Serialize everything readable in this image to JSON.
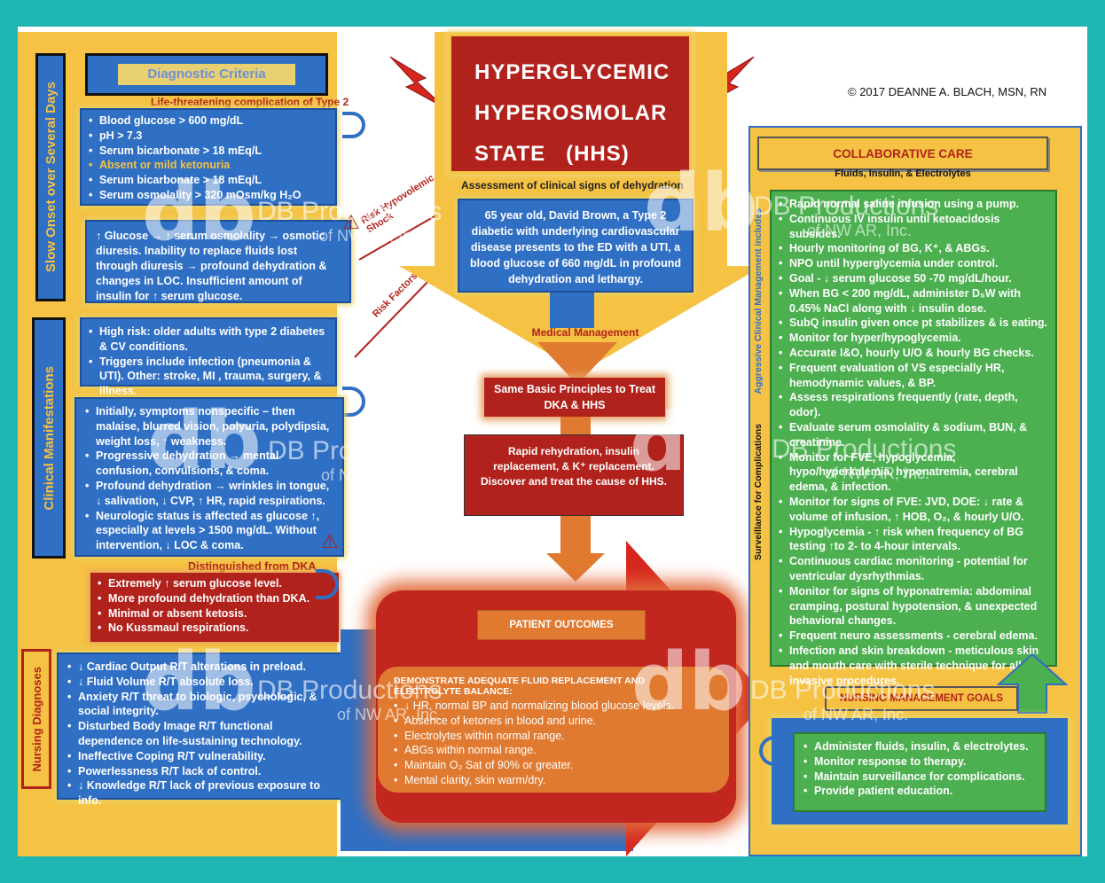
{
  "title": {
    "line1": "HYPERGLYCEMIC",
    "line2": "HYPEROSMOLAR",
    "line3": "STATE   (HHS)"
  },
  "copyright": "© 2017 DEANNE A. BLACH, MSN, RN",
  "diagnostic": {
    "header": "Diagnostic Criteria",
    "subtitle": "Life-threatening complication of Type 2",
    "items": [
      "Blood glucose > 600 mg/dL",
      "pH > 7.3",
      "Serum bicarbonate > 18 mEq/L",
      "Absent or mild ketonuria",
      "Serum bicarbonate > 18 mEq/L",
      "Serum osmolality > 320 mOsm/kg H₂O"
    ]
  },
  "slow_onset": "Slow Onset over Several Days",
  "glucose_text": "↑ Glucose → ↑ serum osmolality → osmotic diuresis. Inability to replace fluids lost through diuresis → profound dehydration & changes in LOC. Insufficient amount of insulin for ↑ serum glucose.",
  "risk_hypovolemic": "Risk Hypovolemic Shock",
  "risk_factors_label": "Risk Factors",
  "risk_factors": [
    "High risk: older adults with type 2 diabetes & CV conditions.",
    "Triggers include infection (pneumonia & UTI). Other: stroke, MI , trauma, surgery, & illness."
  ],
  "clinical_manifestations_label": "Clinical Manifestations",
  "manifestations": [
    "Initially, symptoms nonspecific – then malaise, blurred vision, polyuria, polydipsia, weight loss, ↑ weakness.",
    "Progressive dehydration → mental confusion, convulsions, & coma.",
    "Profound dehydration → wrinkles in tongue, ↓ salivation, ↓ CVP, ↑ HR, rapid respirations.",
    "Neurologic status is affected as glucose ↑, especially at levels > 1500 mg/dL. Without intervention, ↓ LOC & coma."
  ],
  "distinguished": {
    "header": "Distinguished from DKA",
    "items": [
      "Extremely ↑ serum glucose level.",
      "More profound dehydration than DKA.",
      "Minimal or absent ketosis.",
      "No Kussmaul respirations."
    ]
  },
  "nursing_diagnoses_label": "Nursing Diagnoses",
  "nursing_diagnoses": [
    "↓ Cardiac Output R/T alterations in preload.",
    "↓ Fluid Volume R/T absolute loss.",
    "Anxiety R/T threat to biologic, psychologic, & social integrity.",
    "Disturbed Body Image R/T functional dependence on life-sustaining technology.",
    "Ineffective Coping R/T vulnerability.",
    "Powerlessness R/T lack of control.",
    "↓ Knowledge R/T lack of previous exposure to  info."
  ],
  "assessment": {
    "header": "Assessment of clinical signs of dehydration",
    "text": "65 year old, David Brown, a Type 2 diabetic with underlying cardiovascular disease presents to the ED with a UTI, a blood glucose of 660 mg/dL in profound dehydration and lethargy."
  },
  "medical_management": "Medical Management",
  "same_principles": "Same Basic Principles to Treat DKA & HHS",
  "rapid_rehydration": "Rapid rehydration, insulin replacement, & K⁺ replacement. Discover and treat the cause of HHS.",
  "patient_outcomes": {
    "header": "PATIENT OUTCOMES",
    "subheader": "DEMONSTRATE ADEQUATE FLUID REPLACEMENT AND ELECTROLYTE BALANCE:",
    "items": [
      "↓ HR, normal BP and normalizing blood glucose levels.",
      "Absence of ketones in blood and urine.",
      "Electrolytes within normal range.",
      "ABGs within normal range.",
      "Maintain O₂ Sat of 90% or greater.",
      "Mental clarity, skin warm/dry."
    ]
  },
  "collaborative": {
    "header": "COLLABORATIVE CARE",
    "subheader": "Fluids, Insulin, & Electrolytes",
    "aggressive_label": "Aggressive Clinical Management includes",
    "surveillance_label": "Surveillance for Complications",
    "items": [
      "Rapid normal saline infusion using a pump.",
      "Continuous IV insulin until ketoacidosis subsides.",
      "Hourly monitoring of BG, K⁺, & ABGs.",
      "NPO until hyperglycemia under control.",
      "Goal - ↓ serum glucose 50 -70 mg/dL/hour.",
      "When BG < 200 mg/dL, administer D₅W with 0.45% NaCl along with ↓ insulin dose.",
      "SubQ insulin given once pt stabilizes & is eating.",
      "Monitor for hyper/hypoglycemia.",
      "Accurate I&O, hourly U/O & hourly BG checks.",
      "Frequent evaluation of VS especially HR, hemodynamic values, & BP.",
      "Assess respirations frequently (rate, depth, odor).",
      "Evaluate serum osmolality & sodium, BUN, & creatinine.",
      "Monitor for FVE, hypoglycemia, hypo/hyperkalemia, hyponatremia, cerebral edema, & infection.",
      "Monitor for signs of FVE: JVD, DOE: ↓ rate & volume of infusion, ↑ HOB, O₂, & hourly U/O.",
      "Hypoglycemia  -  ↑ risk when frequency of BG testing ↑to 2- to 4-hour intervals.",
      "Continuous cardiac monitoring - potential for ventricular dysrhythmias.",
      "Monitor for signs of hyponatremia: abdominal cramping, postural hypotension, & unexpected behavioral changes.",
      "Frequent neuro assessments - cerebral edema.",
      "Infection and skin breakdown - meticulous skin and mouth care with sterile technique for all invasive procedures."
    ]
  },
  "nursing_goals": {
    "header": "NURSING MANAGEMENT GOALS",
    "items": [
      "Administer fluids, insulin, & electrolytes.",
      "Monitor response to therapy.",
      "Maintain surveillance for complications.",
      "Provide patient education."
    ]
  },
  "watermark": {
    "line1": "DB Productions",
    "line2": "of NW AR, Inc."
  },
  "colors": {
    "teal": "#1fb5b3",
    "yellow": "#f5c243",
    "blue": "#2f6fc4",
    "red": "#b1221c",
    "green": "#4caf50",
    "orange": "#e07a30"
  }
}
